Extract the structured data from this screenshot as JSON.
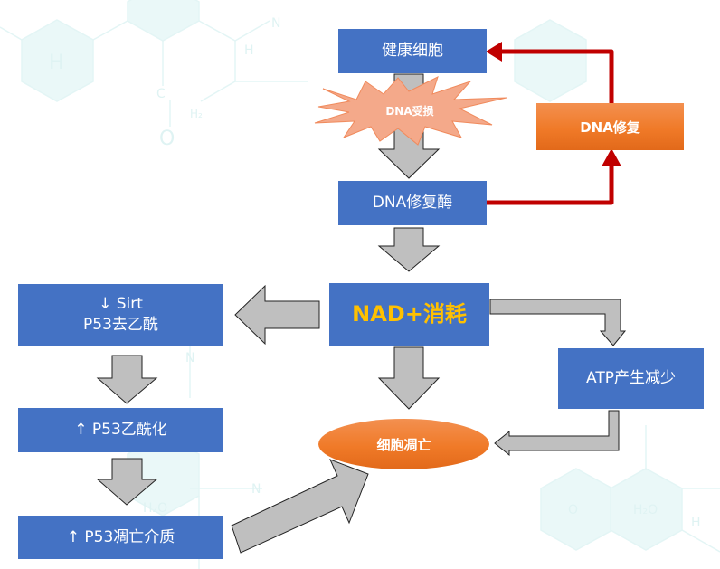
{
  "diagram": {
    "title": "DNA damage → NAD+ consumption → apoptosis pathway",
    "colors": {
      "node_blue": "#4472c4",
      "node_text": "#ffffff",
      "nad_text": "#ffc000",
      "orange": "#f07a28",
      "burst": "#f4a98a",
      "repair_arrow": "#c00000",
      "flow_arrow": "#bfbfbf",
      "background_molecule": "#e8f8f8"
    },
    "nodes": {
      "healthy_cell": "健康细胞",
      "dna_damage": "DNA受损",
      "dna_repair_enzyme": "DNA修复酶",
      "dna_repair": "DNA修复",
      "nad_consumption": "NAD+消耗",
      "sirt": {
        "line1": "↓ Sirt",
        "line2": "P53去乙酰"
      },
      "p53_acetylation": "↑ P53乙酰化",
      "p53_apoptosis_mediator": "↑ P53凋亡介质",
      "atp_decrease": "ATP产生减少",
      "apoptosis": "细胞凋亡"
    },
    "edges": [
      {
        "from": "healthy_cell",
        "to": "dna_repair_enzyme",
        "via": "dna_damage",
        "style": "gray-block-arrow"
      },
      {
        "from": "dna_repair_enzyme",
        "to": "dna_repair",
        "style": "red-arrow"
      },
      {
        "from": "dna_repair",
        "to": "healthy_cell",
        "style": "red-arrow"
      },
      {
        "from": "dna_repair_enzyme",
        "to": "nad_consumption",
        "style": "gray-block-arrow"
      },
      {
        "from": "nad_consumption",
        "to": "sirt",
        "style": "gray-block-arrow"
      },
      {
        "from": "nad_consumption",
        "to": "apoptosis",
        "style": "gray-block-arrow"
      },
      {
        "from": "nad_consumption",
        "to": "atp_decrease",
        "style": "gray-bent-arrow"
      },
      {
        "from": "atp_decrease",
        "to": "apoptosis",
        "style": "gray-bent-arrow"
      },
      {
        "from": "sirt",
        "to": "p53_acetylation",
        "style": "gray-block-arrow"
      },
      {
        "from": "p53_acetylation",
        "to": "p53_apoptosis_mediator",
        "style": "gray-block-arrow"
      },
      {
        "from": "p53_apoptosis_mediator",
        "to": "apoptosis",
        "style": "gray-block-arrow"
      }
    ],
    "background_labels": [
      "H",
      "C",
      "O",
      "H₂",
      "H",
      "N",
      "N",
      "N",
      "H₂O",
      "O",
      "H₂O",
      "H"
    ]
  }
}
